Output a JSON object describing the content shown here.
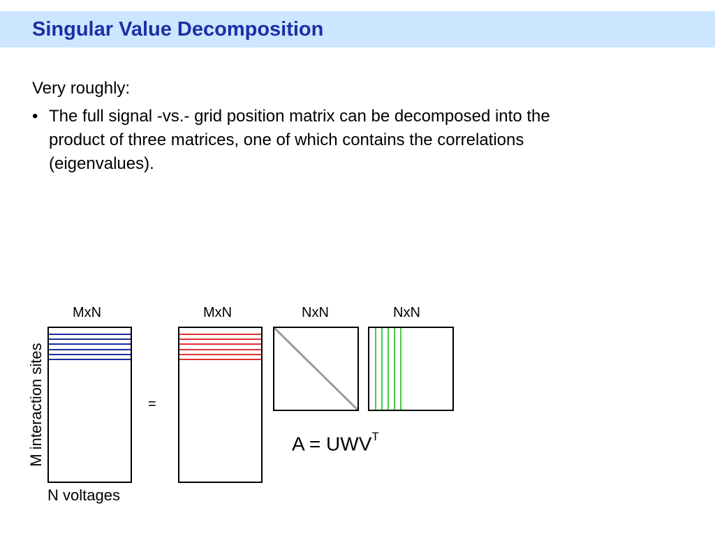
{
  "slide": {
    "title": "Singular Value Decomposition",
    "intro": "Very roughly:",
    "bullet_mark": "•",
    "bullet_lines": [
      "The full signal -vs.- grid position matrix can be decomposed into the",
      "product of three matrices, one of which contains the correlations",
      "(eigenvalues)."
    ]
  },
  "diagram": {
    "matrix_A": {
      "dims": "MxN",
      "row_lines": 6,
      "line_color": "#1a2aa0"
    },
    "matrix_U": {
      "dims": "MxN",
      "row_lines": 6,
      "line_color": "#e03030"
    },
    "matrix_W": {
      "dims": "NxN",
      "diagonal_color": "#999999"
    },
    "matrix_VT": {
      "dims": "NxN",
      "column_lines": 5,
      "line_color": "#44cc44"
    },
    "equals": "=",
    "ylabel": "M interaction sites",
    "xlabel": "N voltages",
    "formula_base": "A = UWV",
    "formula_sup": "T"
  }
}
